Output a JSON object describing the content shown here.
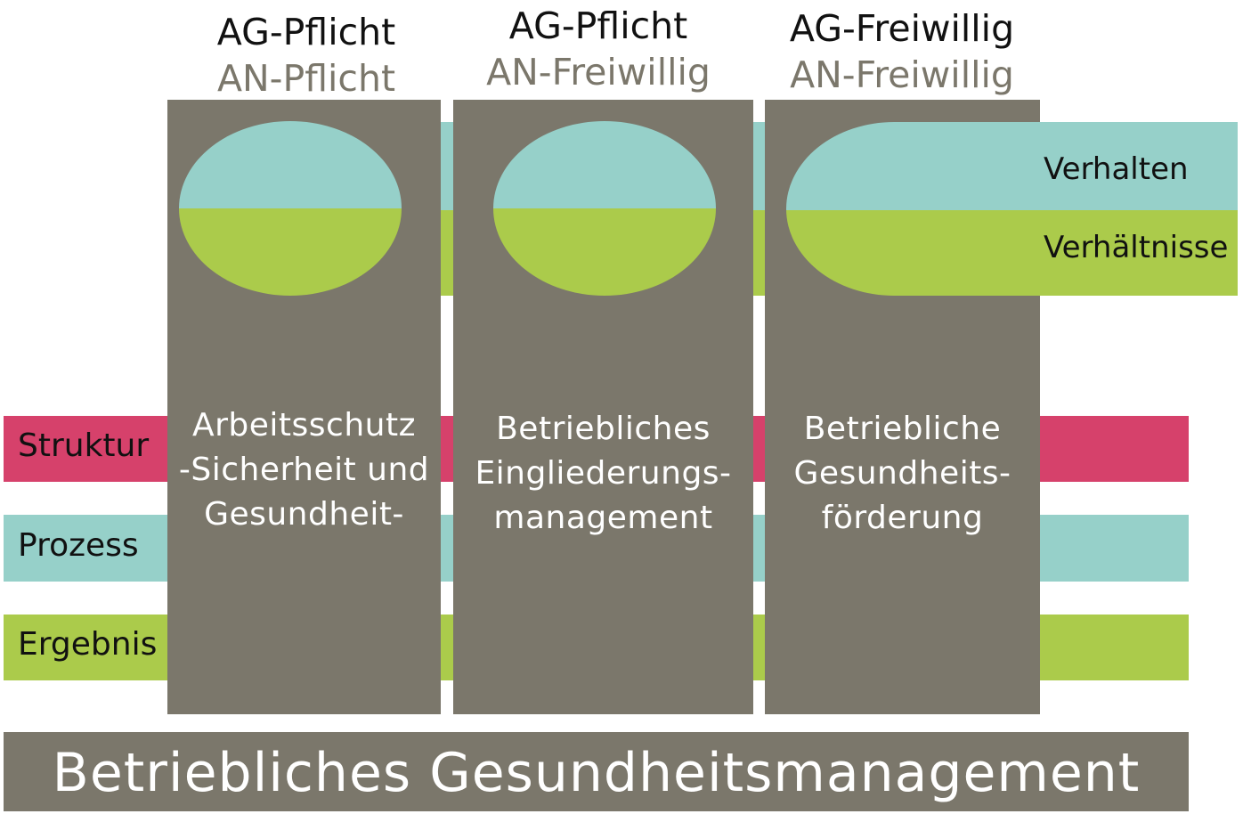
{
  "colors": {
    "gray": "#7b776b",
    "teal": "#96d0c9",
    "green": "#abcb4b",
    "pink": "#d6416b",
    "white": "#ffffff",
    "text": "#111111"
  },
  "headers": [
    {
      "ag": "AG-Pflicht",
      "an": "AN-Pflicht"
    },
    {
      "ag": "AG-Pflicht",
      "an": "AN-Freiwillig"
    },
    {
      "ag": "AG-Freiwillig",
      "an": "AN-Freiwillig"
    }
  ],
  "pillars": [
    {
      "lines": [
        "Arbeitsschutz",
        "-Sicherheit und",
        "Gesundheit-"
      ]
    },
    {
      "lines": [
        "Betriebliches",
        "Eingliederungs-",
        "management"
      ]
    },
    {
      "lines": [
        "Betriebliche",
        "Gesundheits-",
        "förderung"
      ]
    }
  ],
  "top_labels": {
    "verhalten": "Verhalten",
    "verhaeltnisse": "Verhältnisse"
  },
  "row_labels": {
    "struktur": "Struktur",
    "prozess": "Prozess",
    "ergebnis": "Ergebnis"
  },
  "footer": {
    "title": "Betriebliches Gesundheitsmanagement"
  }
}
